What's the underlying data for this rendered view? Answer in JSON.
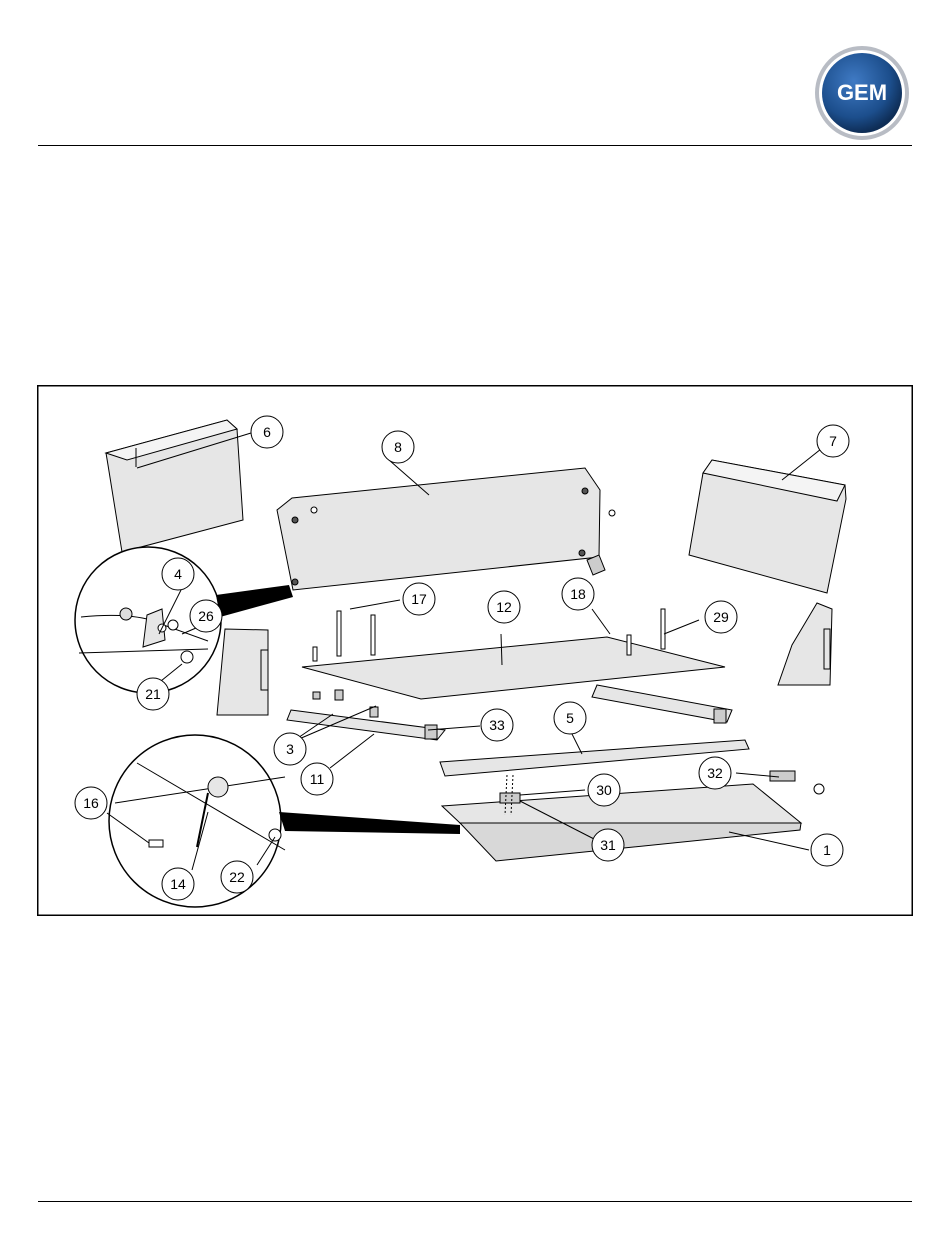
{
  "brand": {
    "logo_text": "GEM"
  },
  "callouts": {
    "c1": "1",
    "c3": "3",
    "c4": "4",
    "c5": "5",
    "c6": "6",
    "c7": "7",
    "c8": "8",
    "c11": "11",
    "c12": "12",
    "c14": "14",
    "c16": "16",
    "c17": "17",
    "c18": "18",
    "c21": "21",
    "c22": "22",
    "c26": "26",
    "c29": "29",
    "c30": "30",
    "c31": "31",
    "c32": "32",
    "c33": "33"
  },
  "colors": {
    "part_fill": "#e6e6e6",
    "part_stroke": "#000000",
    "logo_blue": "#1c4e8c",
    "logo_ring": "#b8bcc4"
  },
  "icons": {
    "logo": "gem-logo-icon"
  }
}
